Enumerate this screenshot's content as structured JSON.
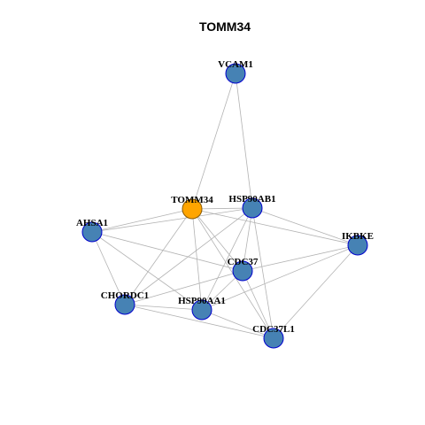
{
  "title": "TOMM34",
  "colors": {
    "focus_node": "#FFA500",
    "node": "#4682B4",
    "node_border": "#0000CD",
    "edge": "#B3B3B3",
    "background": "#FFFFFF"
  },
  "nodes": [
    {
      "id": "VCAM1",
      "label": "VCAM1",
      "focus": false
    },
    {
      "id": "TOMM34",
      "label": "TOMM34",
      "focus": true
    },
    {
      "id": "HSP90AB1",
      "label": "HSP90AB1",
      "focus": false
    },
    {
      "id": "AHSA1",
      "label": "AHSA1",
      "focus": false
    },
    {
      "id": "IKBKE",
      "label": "IKBKE",
      "focus": false
    },
    {
      "id": "CDC37",
      "label": "CDC37",
      "focus": false
    },
    {
      "id": "CHORDC1",
      "label": "CHORDC1",
      "focus": false
    },
    {
      "id": "HSP90AA1",
      "label": "HSP90AA1",
      "focus": false
    },
    {
      "id": "CDC37L1",
      "label": "CDC37L1",
      "focus": false
    }
  ],
  "edges": [
    [
      "VCAM1",
      "TOMM34"
    ],
    [
      "VCAM1",
      "HSP90AB1"
    ],
    [
      "TOMM34",
      "HSP90AB1"
    ],
    [
      "TOMM34",
      "AHSA1"
    ],
    [
      "TOMM34",
      "IKBKE"
    ],
    [
      "TOMM34",
      "CDC37"
    ],
    [
      "TOMM34",
      "CHORDC1"
    ],
    [
      "TOMM34",
      "HSP90AA1"
    ],
    [
      "TOMM34",
      "CDC37L1"
    ],
    [
      "HSP90AB1",
      "AHSA1"
    ],
    [
      "HSP90AB1",
      "IKBKE"
    ],
    [
      "HSP90AB1",
      "CDC37"
    ],
    [
      "HSP90AB1",
      "CHORDC1"
    ],
    [
      "HSP90AB1",
      "HSP90AA1"
    ],
    [
      "HSP90AB1",
      "CDC37L1"
    ],
    [
      "AHSA1",
      "CDC37"
    ],
    [
      "AHSA1",
      "CHORDC1"
    ],
    [
      "AHSA1",
      "HSP90AA1"
    ],
    [
      "IKBKE",
      "CDC37"
    ],
    [
      "IKBKE",
      "HSP90AA1"
    ],
    [
      "IKBKE",
      "CDC37L1"
    ],
    [
      "CDC37",
      "CHORDC1"
    ],
    [
      "CDC37",
      "HSP90AA1"
    ],
    [
      "CDC37",
      "CDC37L1"
    ],
    [
      "CHORDC1",
      "HSP90AA1"
    ],
    [
      "CHORDC1",
      "CDC37L1"
    ],
    [
      "HSP90AA1",
      "CDC37L1"
    ]
  ]
}
